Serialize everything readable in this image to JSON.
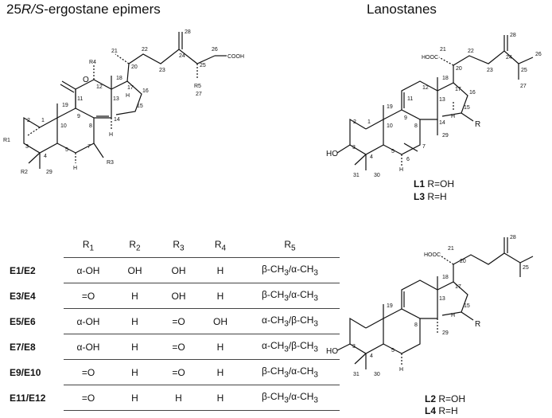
{
  "titles": {
    "left_prefix": "25",
    "left_italic": "R/S",
    "left_suffix": "-ergostane epimers",
    "right": "Lanostanes"
  },
  "table": {
    "headers": [
      "R1",
      "R2",
      "R3",
      "R4",
      "R5"
    ],
    "header_html": [
      "R<sub>1</sub>",
      "R<sub>2</sub>",
      "R<sub>3</sub>",
      "R<sub>4</sub>",
      "R<sub>5</sub>"
    ],
    "rows": [
      {
        "code": "E1/E2",
        "r1": "α-OH",
        "r2": "OH",
        "r3": "OH",
        "r4": "H",
        "r5": "β-CH3/α-CH3"
      },
      {
        "code": "E3/E4",
        "r1": "=O",
        "r2": "H",
        "r3": "OH",
        "r4": "H",
        "r5": "β-CH3/α-CH3"
      },
      {
        "code": "E5/E6",
        "r1": "α-OH",
        "r2": "H",
        "r3": "=O",
        "r4": "OH",
        "r5": "α-CH3/β-CH3"
      },
      {
        "code": "E7/E8",
        "r1": "α-OH",
        "r2": "H",
        "r3": "=O",
        "r4": "H",
        "r5": "α-CH3/β-CH3"
      },
      {
        "code": "E9/E10",
        "r1": "=O",
        "r2": "H",
        "r3": "=O",
        "r4": "H",
        "r5": "β-CH3/α-CH3"
      },
      {
        "code": "E11/E12",
        "r1": "=O",
        "r2": "H",
        "r3": "H",
        "r4": "H",
        "r5": "β-CH3/α-CH3"
      }
    ]
  },
  "compounds": {
    "l1": {
      "code": "L1",
      "sub": "R=OH"
    },
    "l3": {
      "code": "L3",
      "sub": "R=H"
    },
    "l2": {
      "code": "L2",
      "sub": "R=OH"
    },
    "l4": {
      "code": "L4",
      "sub": "R=H"
    }
  },
  "ergostane_labels": {
    "o": "O",
    "cooh": "COOH",
    "r1": "R1",
    "r2": "R2",
    "r3": "R3",
    "r4": "R4",
    "r5": "R5",
    "h": "H",
    "n1": "1",
    "n2": "2",
    "n3": "3",
    "n4": "4",
    "n5": "5",
    "n7": "7",
    "n8": "8",
    "n9": "9",
    "n10": "10",
    "n11": "11",
    "n12": "12",
    "n13": "13",
    "n14": "14",
    "n15": "15",
    "n16": "16",
    "n17": "17",
    "n18": "18",
    "n19": "19",
    "n20": "20",
    "n21": "21",
    "n22": "22",
    "n23": "23",
    "n24": "24",
    "n25": "25",
    "n26": "26",
    "n27": "27",
    "n28": "28",
    "n29": "29"
  },
  "lanostane_labels": {
    "ho": "HO",
    "hooc": "HOOC",
    "r": "R",
    "h": "H",
    "n1": "1",
    "n2": "2",
    "n3": "3",
    "n4": "4",
    "n5": "5",
    "n6": "6",
    "n7": "7",
    "n8": "8",
    "n9": "9",
    "n10": "10",
    "n11": "11",
    "n12": "12",
    "n13": "13",
    "n14": "14",
    "n15": "15",
    "n16": "16",
    "n17": "17",
    "n18": "18",
    "n19": "19",
    "n20": "20",
    "n21": "21",
    "n22": "22",
    "n23": "23",
    "n24": "24",
    "n25": "25",
    "n26": "26",
    "n27": "27",
    "n28": "28",
    "n29": "29",
    "n30": "30",
    "n31": "31"
  }
}
